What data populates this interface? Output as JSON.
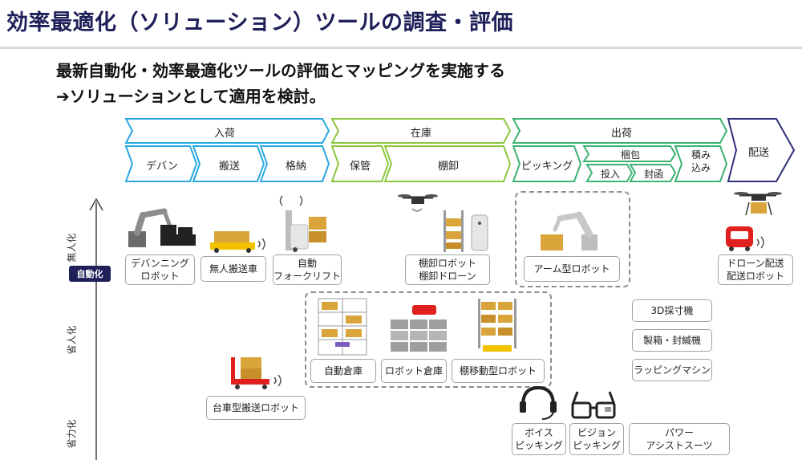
{
  "title": "効率最適化（ソリューション）ツールの調査・評価",
  "subtitle_line1": "最新自動化・効率最適化ツールの評価とマッピングを実施する",
  "subtitle_line2": "➔ソリューションとして適用を検討。",
  "phases": {
    "inbound": "入荷",
    "stock": "在庫",
    "outbound": "出荷",
    "delivery": "配送"
  },
  "steps": {
    "devan": "デバン",
    "transport": "搬送",
    "storage": "格納",
    "keep": "保管",
    "shelf": "棚卸",
    "picking": "ピッキング",
    "packing": "梱包",
    "packing_in": "投入",
    "packing_seal": "封函",
    "loading": "積み\n込み"
  },
  "axis": {
    "unmanned": "無人化",
    "automation": "自動化",
    "labor_saving": "省人化",
    "power_saving": "省力化"
  },
  "tools": {
    "devanning_robot": "デバンニング\nロボット",
    "agv": "無人搬送車",
    "forklift": "自動\nフォークリフト",
    "shelf_robot": "棚卸ロボット\n棚卸ドローン",
    "arm_robot": "アーム型ロボット",
    "drone_delivery": "ドローン配送\n配送ロボット",
    "auto_warehouse": "自動倉庫",
    "robot_warehouse": "ロボット倉庫",
    "shelf_moving_robot": "棚移動型ロボット",
    "measure_3d": "3D採寸機",
    "boxing_machine": "製箱・封緘機",
    "wrapping_machine": "ラッピングマシン",
    "cart_robot": "台車型搬送ロボット",
    "voice_picking": "ボイス\nピッキング",
    "vision_picking": "ビジョン\nピッキング",
    "power_assist": "パワー\nアシストスーツ"
  },
  "colors": {
    "title": "#1f1f5a",
    "inbound": "#2aa8e0",
    "stock": "#8cc63f",
    "outbound": "#3cb371",
    "delivery": "#2e2e7a",
    "box_border": "#9aa4a8",
    "badge": "#1f1f5a",
    "robot_red": "#e0201e",
    "cargo": "#d9a53a"
  }
}
